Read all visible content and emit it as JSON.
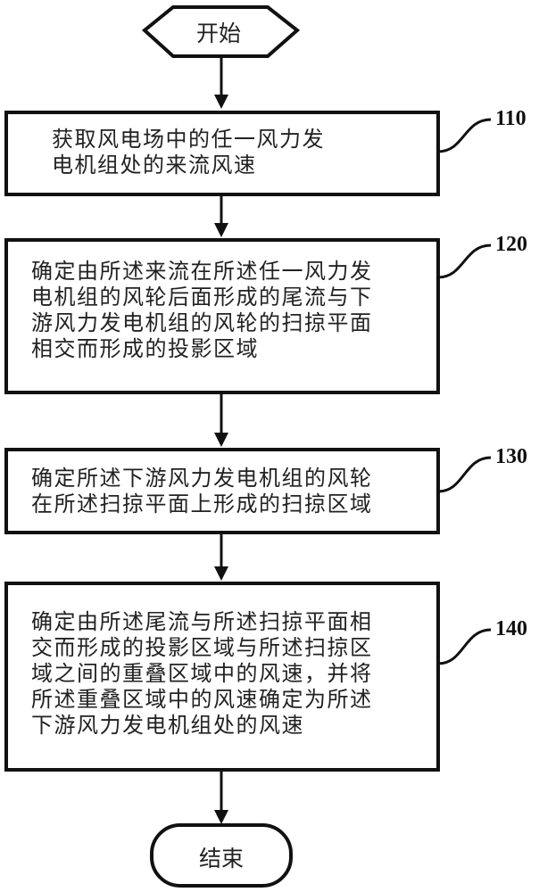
{
  "flowchart": {
    "start": {
      "label": "开始"
    },
    "end": {
      "label": "结束"
    },
    "steps": [
      {
        "id": "110",
        "lines": [
          "获取风电场中的任一风力发",
          "电机组处的来流风速"
        ]
      },
      {
        "id": "120",
        "lines": [
          "确定由所述来流在所述任一风力发",
          "电机组的风轮后面形成的尾流与下",
          "游风力发电机组的风轮的扫掠平面",
          "相交而形成的投影区域"
        ]
      },
      {
        "id": "130",
        "lines": [
          "确定所述下游风力发电机组的风轮",
          "在所述扫掠平面上形成的扫掠区域"
        ]
      },
      {
        "id": "140",
        "lines": [
          "确定由所述尾流与所述扫掠平面相",
          "交而形成的投影区域与所述扫掠区",
          "域之间的重叠区域中的风速，并将",
          "所述重叠区域中的风速确定为所述",
          "下游风力发电机组处的风速"
        ]
      }
    ],
    "colors": {
      "stroke": "#111111",
      "text": "#222222",
      "background": "#ffffff"
    }
  }
}
